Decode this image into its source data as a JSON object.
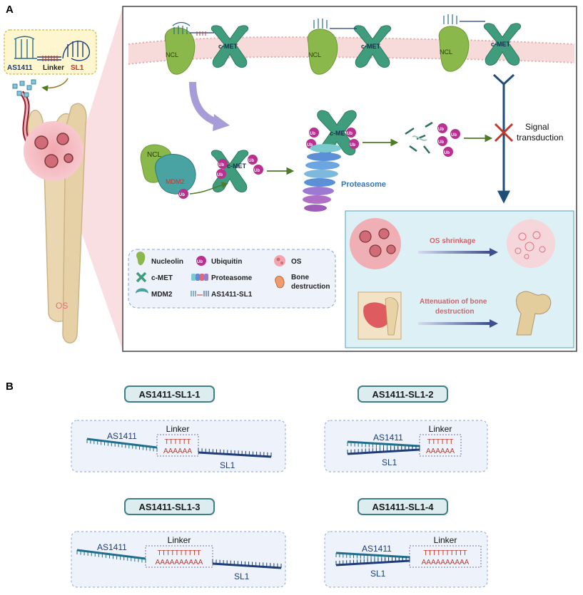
{
  "panel_a": {
    "label": "A",
    "inset": {
      "aptamer": "AS1411",
      "linker": "Linker",
      "sl1": "SL1"
    },
    "os_label": "OS",
    "receptors": {
      "ncl": "NCL",
      "cmet": "c-MET"
    },
    "mdm2": "MDM2",
    "ub": "Ub",
    "proteasome": "Proteasome",
    "signal": {
      "line1": "Signal",
      "line2": "transduction"
    },
    "legend": {
      "nucleolin": "Nucleolin",
      "cmet": "c-MET",
      "mdm2": "MDM2",
      "ubiquitin": "Ubiquitin",
      "proteasome": "Proteasome",
      "as1411_sl1": "AS1411-SL1",
      "os": "OS",
      "bone_line1": "Bone",
      "bone_line2": "destruction"
    },
    "outcome": {
      "shrinkage": "OS shrinkage",
      "attenuation_line1": "Attenuation of bone",
      "attenuation_line2": "destruction"
    }
  },
  "panel_b": {
    "label": "B",
    "constructs": [
      {
        "title": "AS1411-SL1-1",
        "aptamer": "AS1411",
        "linker": "Linker",
        "top_seq": "TTTTTT",
        "bottom_seq": "AAAAAA",
        "sl1": "SL1"
      },
      {
        "title": "AS1411-SL1-2",
        "aptamer": "AS1411",
        "linker": "Linker",
        "top_seq": "TTTTTT",
        "bottom_seq": "AAAAAA",
        "sl1": "SL1"
      },
      {
        "title": "AS1411-SL1-3",
        "aptamer": "AS1411",
        "linker": "Linker",
        "top_seq": "TTTTTTTTTT",
        "bottom_seq": "AAAAAAAAAA",
        "sl1": "SL1"
      },
      {
        "title": "AS1411-SL1-4",
        "aptamer": "AS1411",
        "linker": "Linker",
        "top_seq": "TTTTTTTTTT",
        "bottom_seq": "AAAAAAAAAA",
        "sl1": "SL1"
      }
    ]
  },
  "colors": {
    "ncl": "#8bb84a",
    "cmet": "#3f9c7c",
    "mdm2": "#4aa3a3",
    "ub": "#b8318f",
    "arrow": "#4f7a28",
    "signal": "#1f4e79",
    "linker_red": "#c0392b",
    "strand_navy": "#1d3c78",
    "strand_teal": "#1e6f8c",
    "box_fill": "#eef3fb",
    "box_border": "#9fb3d9",
    "title_border": "#3f7f86",
    "title_fill": "#dcecef",
    "outcome_fill": "#dcf0f5",
    "os_pink": "#e8949e",
    "bone": "#ead7b2"
  }
}
